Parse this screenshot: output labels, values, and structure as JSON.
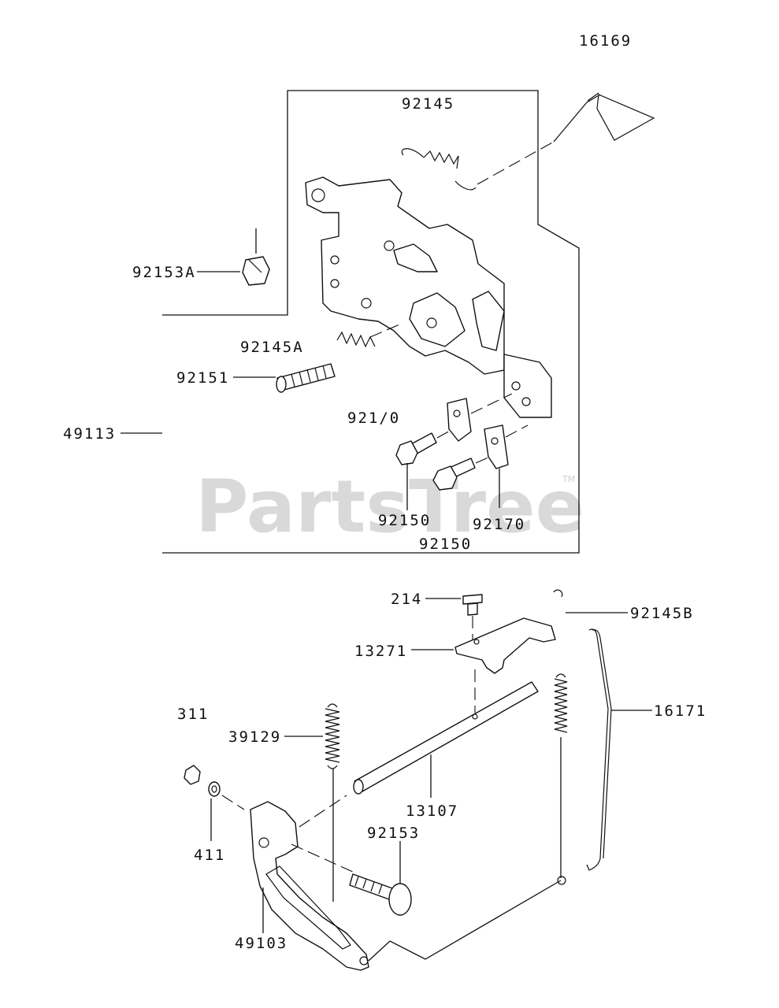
{
  "diagram": {
    "ref_code": "16169",
    "watermark": "PartsTree",
    "watermark_tm": "TM",
    "labels": [
      {
        "id": "92145",
        "text": "92145"
      },
      {
        "id": "92153A",
        "text": "92153A"
      },
      {
        "id": "92145A",
        "text": "92145A"
      },
      {
        "id": "92151",
        "text": "92151"
      },
      {
        "id": "92170-top",
        "text": "921/0"
      },
      {
        "id": "49113",
        "text": "49113"
      },
      {
        "id": "92150-a",
        "text": "92150"
      },
      {
        "id": "92170",
        "text": "92170"
      },
      {
        "id": "92150-b",
        "text": "92150"
      },
      {
        "id": "214",
        "text": "214"
      },
      {
        "id": "92145B",
        "text": "92145B"
      },
      {
        "id": "13271",
        "text": "13271"
      },
      {
        "id": "311",
        "text": "311"
      },
      {
        "id": "39129",
        "text": "39129"
      },
      {
        "id": "16171",
        "text": "16171"
      },
      {
        "id": "13107",
        "text": "13107"
      },
      {
        "id": "92153",
        "text": "92153"
      },
      {
        "id": "411",
        "text": "411"
      },
      {
        "id": "49103",
        "text": "49103"
      }
    ]
  }
}
